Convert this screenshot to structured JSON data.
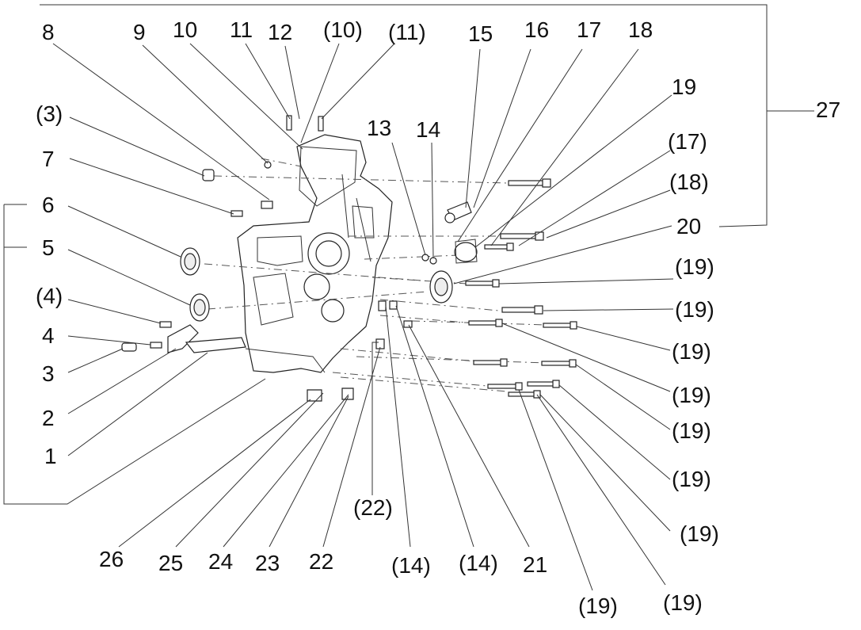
{
  "labels": {
    "c8": "8",
    "c9": "9",
    "c10": "10",
    "c11": "11",
    "c12": "12",
    "p10": "(10)",
    "p11": "(11)",
    "c15": "15",
    "c16": "16",
    "c17": "17",
    "c18": "18",
    "c19": "19",
    "c27": "27",
    "p3": "(3)",
    "c7": "7",
    "c13": "13",
    "c14": "14",
    "p17": "(17)",
    "p18": "(18)",
    "c6": "6",
    "c20": "20",
    "c5": "5",
    "p19a": "(19)",
    "p4": "(4)",
    "p19b": "(19)",
    "c4": "4",
    "p19c": "(19)",
    "c3": "3",
    "p19d": "(19)",
    "c2": "2",
    "p19e": "(19)",
    "c1": "1",
    "p19f": "(19)",
    "p22": "(22)",
    "p19g": "(19)",
    "c26": "26",
    "c25": "25",
    "c24": "24",
    "c23": "23",
    "c22": "22",
    "p14a": "(14)",
    "p14b": "(14)",
    "c21": "21",
    "p19h": "(19)",
    "p19i": "(19)"
  }
}
